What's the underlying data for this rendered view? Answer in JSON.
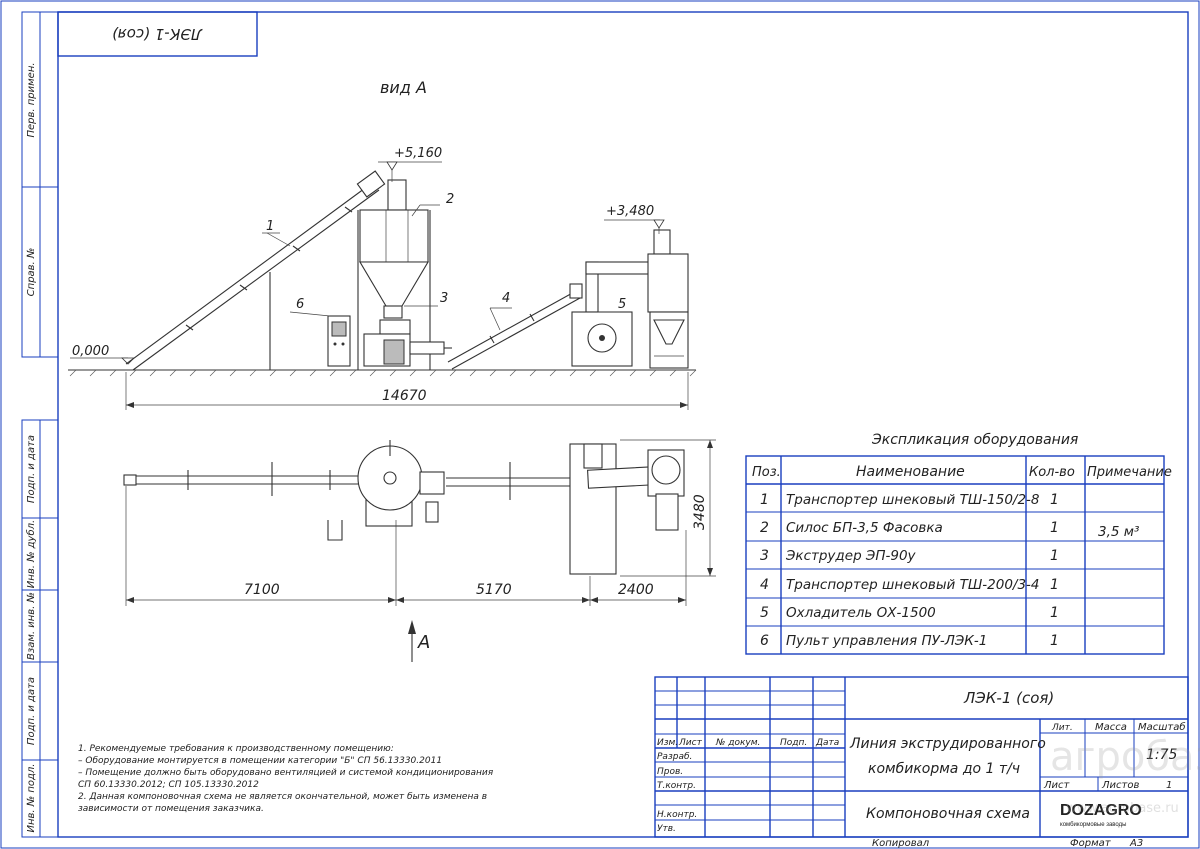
{
  "sheet": {
    "stamp_mirrored": "ЛЭК-1 (соя)",
    "view_label": "вид А",
    "section_label": "А",
    "side_strip": [
      "Перв. примен.",
      "Справ. №",
      "Подп. и дата",
      "Инв. № дубл.",
      "Взам. инв. №",
      "Подп. и дата",
      "Инв. № подл."
    ]
  },
  "elevation": {
    "level_top_left": "+5,160",
    "level_top_right": "+3,480",
    "level_ground": "0,000",
    "dim_total": "14670",
    "callouts": [
      "1",
      "2",
      "3",
      "4",
      "5",
      "6"
    ]
  },
  "plan": {
    "dim_a": "7100",
    "dim_b": "5170",
    "dim_c": "2400",
    "dim_height": "3480"
  },
  "explication": {
    "title": "Экспликация оборудования",
    "headers": [
      "Поз.",
      "Наименование",
      "Кол-во",
      "Примечание"
    ],
    "rows": [
      {
        "pos": "1",
        "name": "Транспортер шнековый ТШ-150/2-8",
        "qty": "1",
        "note": ""
      },
      {
        "pos": "2",
        "name": "Силос БП-3,5 Фасовка",
        "qty": "1",
        "note": "3,5 м³"
      },
      {
        "pos": "3",
        "name": "Экструдер ЭП-90у",
        "qty": "1",
        "note": ""
      },
      {
        "pos": "4",
        "name": "Транспортер шнековый ТШ-200/3-4",
        "qty": "1",
        "note": ""
      },
      {
        "pos": "5",
        "name": "Охладитель ОХ-1500",
        "qty": "1",
        "note": ""
      },
      {
        "pos": "6",
        "name": "Пульт управления ПУ-ЛЭК-1",
        "qty": "1",
        "note": ""
      }
    ]
  },
  "notes": [
    "1. Рекомендуемые требования к производственному помещению:",
    "– Оборудование монтируется в помещении категории \"Б\" СП 56.13330.2011",
    "– Помещение должно быть оборудовано вентиляцией и системой кондиционирования",
    "СП 60.13330.2012; СП 105.13330.2012",
    "2. Данная компоновочная схема не является окончательной, может быть изменена в",
    "зависимости от помещения заказчика."
  ],
  "title_block": {
    "designation": "ЛЭК-1 (соя)",
    "name_line1": "Линия экструдированного",
    "name_line2": "комбикорма до 1 т/ч",
    "doc_title": "Компоновочная схема",
    "col_izm": "Изм.",
    "col_list": "Лист",
    "col_doc": "№ докум.",
    "col_sign": "Подп.",
    "col_date": "Дата",
    "row_razrab": "Разраб.",
    "row_prov": "Пров.",
    "row_tkontr": "Т.контр.",
    "row_nkontr": "Н.контр.",
    "row_utv": "Утв.",
    "lit_label": "Лит.",
    "mass_label": "Масса",
    "scale_label": "Масштаб",
    "scale_value": "1:75",
    "sheet_label": "Лист",
    "sheets_label": "Листов",
    "sheets_value": "1",
    "company_dozagro": "DOZAGRO",
    "company_sub": "комбикормовые заводы",
    "watermark": "агробаза",
    "watermark_site": "www.agrobase.ru",
    "copied": "Копировал",
    "format_label": "Формат",
    "format_value": "A3"
  },
  "colors": {
    "frame": "#1a3fbf",
    "line": "#333333"
  }
}
